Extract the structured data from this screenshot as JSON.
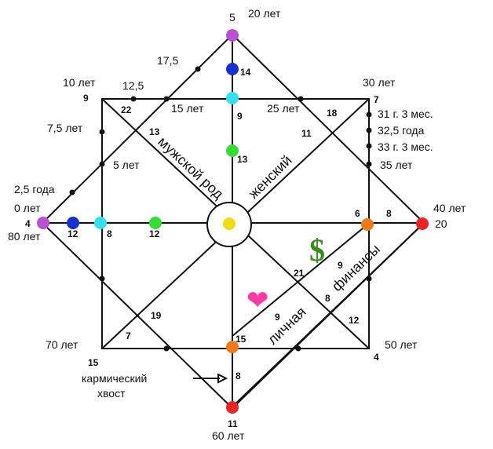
{
  "colors": {
    "line": "#111111",
    "purple": "#b94fd2",
    "blue": "#1a2fd0",
    "cyan": "#33e0ef",
    "green": "#33dd33",
    "yellow": "#f0dd10",
    "orange": "#f07a1a",
    "red": "#ee2222",
    "dollar": "#3a8d1f",
    "heart": "#ff3aa6"
  },
  "ages": {
    "top": "20 лет",
    "a17_5": "17,5",
    "a12_5": "12,5",
    "a10": "10 лет",
    "a7_5": "7,5 лет",
    "a5": "5 лет",
    "a2_5": "2,5 года",
    "a0": "0 лет",
    "a80": "80 лет",
    "a15": "15 лет",
    "a25": "25 лет",
    "a30": "30 лет",
    "a31": "31 г. 3 мес.",
    "a32_5": "32,5 года",
    "a33": "33 г. 3 мес.",
    "a35": "35 лет",
    "a40": "40 лет",
    "a50": "50 лет",
    "a60": "60 лет",
    "a70": "70 лет"
  },
  "numbers": {
    "n_top": "5",
    "n_14": "14",
    "n_9_top": "9",
    "n_13_top": "13",
    "n_9_corner": "9",
    "n_22": "22",
    "n_13_left": "13",
    "n_7_corner": "7",
    "n_18": "18",
    "n_11_right": "11",
    "n_4_left": "4",
    "n_12_left": "12",
    "n_8_left": "8",
    "n_12_green": "12",
    "n_6": "6",
    "n_8_right": "8",
    "n_20": "20",
    "n_21": "21",
    "n_9_fin": "9",
    "n_8_fin": "8",
    "n_12_fin": "12",
    "n_9_low": "9",
    "n_15_mid": "15",
    "n_19": "19",
    "n_7_low": "7",
    "n_15_corner": "15",
    "n_4_corner": "4",
    "n_8_bottom": "8",
    "n_11_bottom": "11"
  },
  "labels": {
    "male_line": "мужской род",
    "female_line": "женский",
    "finance": "финансы",
    "personal": "личная",
    "karmic_1": "кармический",
    "karmic_2": "хвост",
    "dollar": "$",
    "heart": "❤"
  }
}
